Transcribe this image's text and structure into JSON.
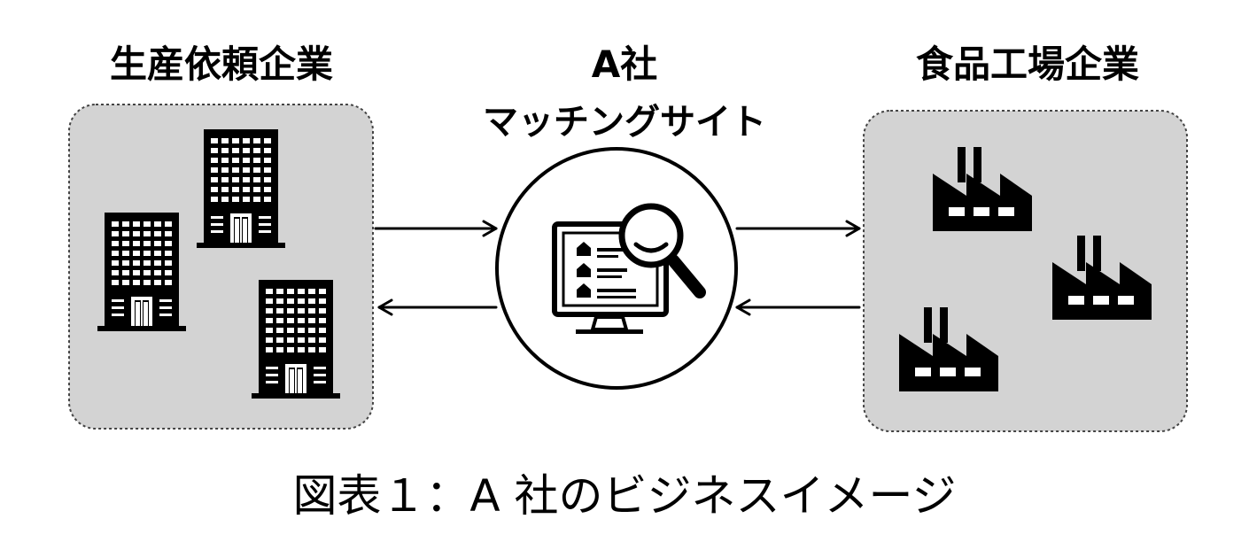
{
  "diagram": {
    "left_group": {
      "title": "生産依頼企業",
      "icon": "office-building-icon",
      "count": 3
    },
    "center": {
      "title": "A社",
      "subtitle": "マッチングサイト",
      "icon": "monitor-search-icon"
    },
    "right_group": {
      "title": "食品工場企業",
      "icon": "factory-icon",
      "count": 3
    },
    "colors": {
      "box_fill": "#d3d3d3",
      "stroke": "#000000",
      "background": "#ffffff"
    }
  },
  "caption": "図表１：A 社のビジネスイメージ"
}
